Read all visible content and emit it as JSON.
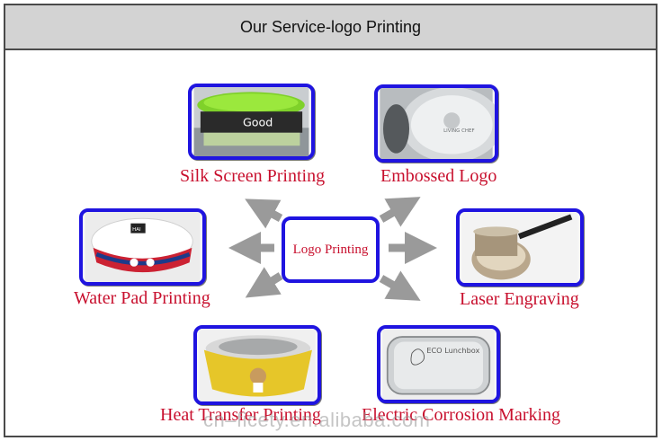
{
  "header": {
    "title": "Our Service-logo Printing"
  },
  "center": {
    "label": "Logo Printing"
  },
  "services": [
    {
      "label": "Silk Screen Printing",
      "image_text": "Good"
    },
    {
      "label": "Embossed Logo",
      "image_text": "LIVING CHEF"
    },
    {
      "label": "Water Pad Printing",
      "image_text": "HAI"
    },
    {
      "label": "Laser Engraving",
      "image_text": ""
    },
    {
      "label": "Heat Transfer Printing",
      "image_text": ""
    },
    {
      "label": "Electric Corrosion Marking",
      "image_text": "ECO Lunchbox"
    }
  ],
  "watermark": {
    "text": "cn–ficety.en.alibaba.com"
  },
  "colors": {
    "frame_blue": "#1f14e0",
    "label_red": "#c8102e",
    "header_gray": "#d3d3d3",
    "arrow_gray": "#9a9a9a"
  }
}
